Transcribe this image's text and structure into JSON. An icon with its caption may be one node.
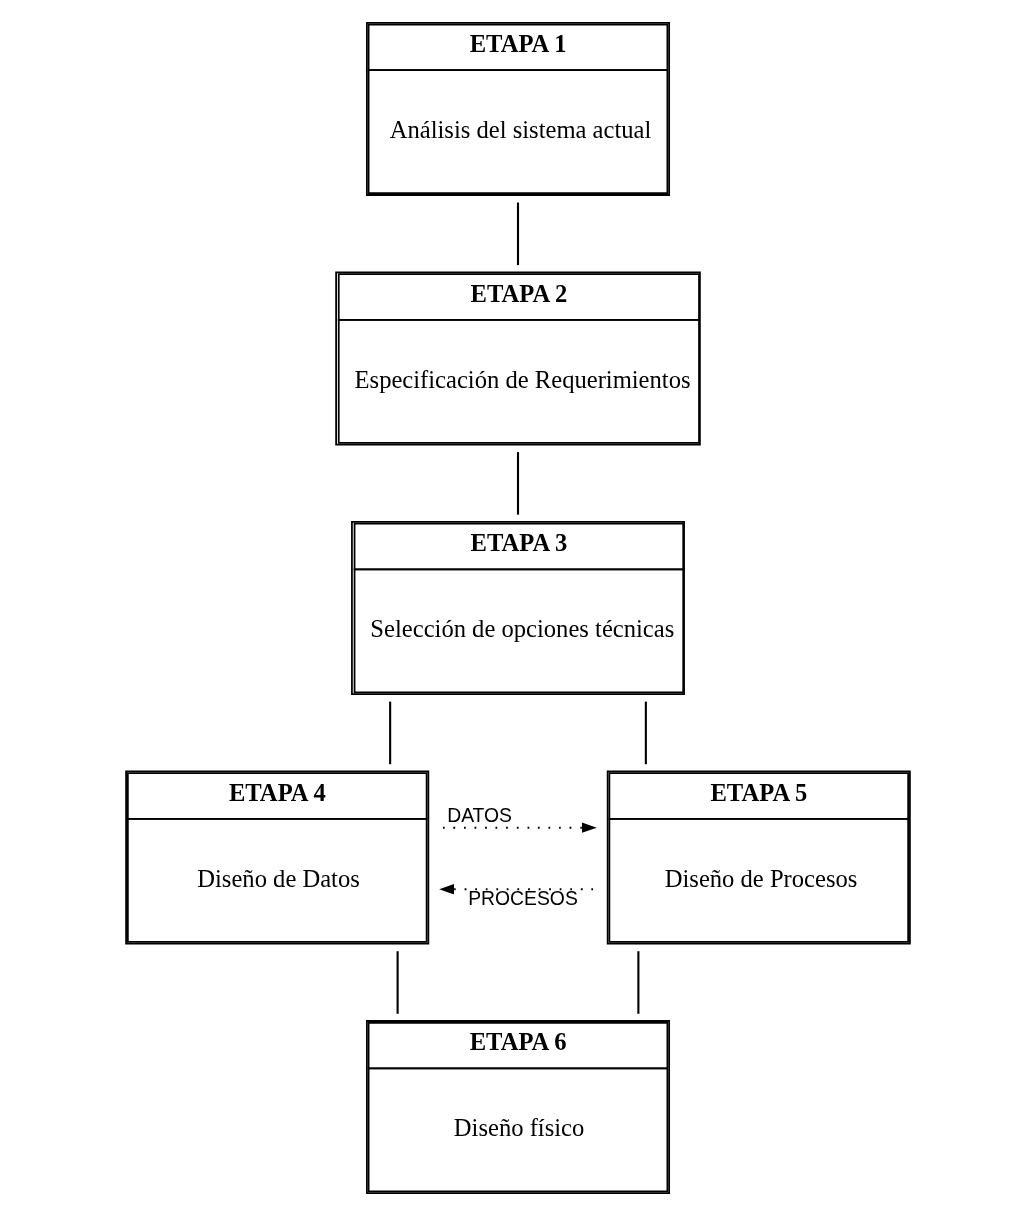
{
  "diagram": {
    "nodes": [
      {
        "text": [
          "ETAPA 1",
          "Análisis del sistema actual"
        ]
      },
      {
        "text": [
          "ETAPA 2",
          "Especificación de Requerimientos"
        ]
      },
      {
        "text": [
          "ETAPA 3",
          "Selección de opciones técnicas"
        ]
      },
      {
        "text": [
          "ETAPA 4",
          "Diseño de Datos"
        ]
      },
      {
        "text": [
          "ETAPA 5",
          "Diseño de Procesos"
        ]
      },
      {
        "text": [
          "ETAPA 6",
          "Diseño físico"
        ]
      }
    ],
    "edges": [
      {
        "from": 0,
        "to": 1,
        "arrow": "none"
      },
      {
        "from": 1,
        "to": 2,
        "arrow": "none"
      },
      {
        "from": 2,
        "to": 3,
        "arrow": "none"
      },
      {
        "from": 2,
        "to": 4,
        "arrow": "none"
      },
      {
        "from": 4,
        "to": 3,
        "arrow": "to",
        "label": "PROCESOS",
        "style": "dashed"
      },
      {
        "from": 3,
        "to": 4,
        "arrow": "to",
        "label": "DATOS",
        "style": "dashed"
      },
      {
        "from": 3,
        "to": 5,
        "arrow": "none"
      },
      {
        "from": 4,
        "to": 5,
        "arrow": "none"
      }
    ]
  }
}
